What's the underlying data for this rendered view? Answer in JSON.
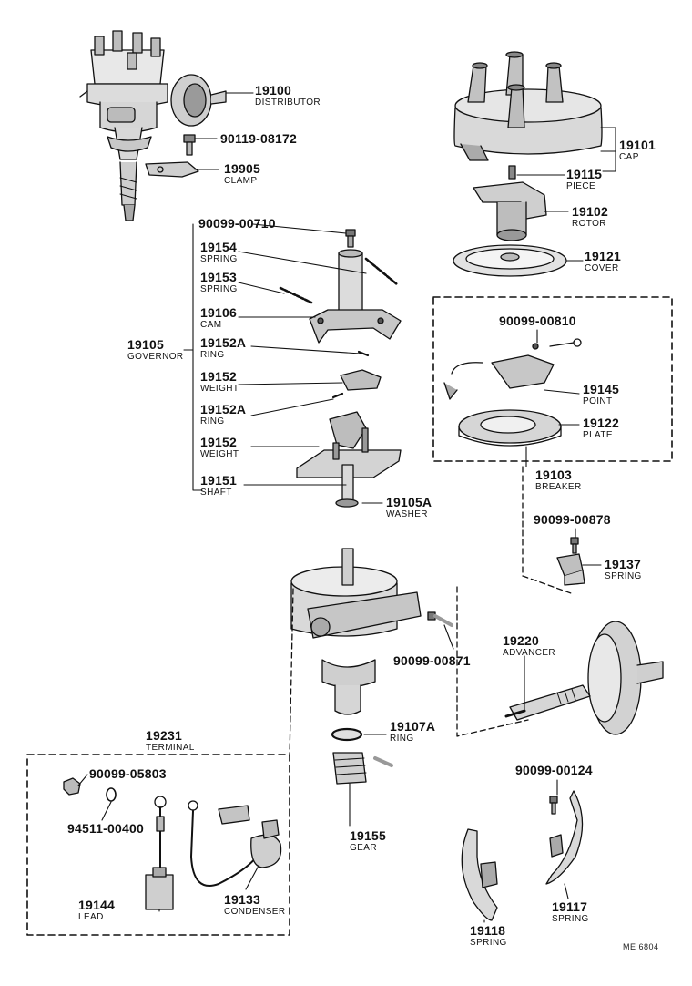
{
  "parts": [
    {
      "id": "p19100",
      "number": "19100",
      "name": "DISTRIBUTOR"
    },
    {
      "id": "p90119",
      "number": "90119-08172",
      "name": ""
    },
    {
      "id": "p19905",
      "number": "19905",
      "name": "CLAMP"
    },
    {
      "id": "p19101",
      "number": "19101",
      "name": "CAP"
    },
    {
      "id": "p19115",
      "number": "19115",
      "name": "PIECE"
    },
    {
      "id": "p19102",
      "number": "19102",
      "name": "ROTOR"
    },
    {
      "id": "p19121",
      "number": "19121",
      "name": "COVER"
    },
    {
      "id": "p00710",
      "number": "90099-00710",
      "name": ""
    },
    {
      "id": "p19154",
      "number": "19154",
      "name": "SPRING"
    },
    {
      "id": "p19153",
      "number": "19153",
      "name": "SPRING"
    },
    {
      "id": "p19106",
      "number": "19106",
      "name": "CAM"
    },
    {
      "id": "p19105",
      "number": "19105",
      "name": "GOVERNOR"
    },
    {
      "id": "p19152Aa",
      "number": "19152A",
      "name": "RING"
    },
    {
      "id": "p19152a",
      "number": "19152",
      "name": "WEIGHT"
    },
    {
      "id": "p19152Ab",
      "number": "19152A",
      "name": "RING"
    },
    {
      "id": "p19152b",
      "number": "19152",
      "name": "WEIGHT"
    },
    {
      "id": "p19151",
      "number": "19151",
      "name": "SHAFT"
    },
    {
      "id": "p00810",
      "number": "90099-00810",
      "name": ""
    },
    {
      "id": "p19145",
      "number": "19145",
      "name": "POINT"
    },
    {
      "id": "p19122",
      "number": "19122",
      "name": "PLATE"
    },
    {
      "id": "p19103",
      "number": "19103",
      "name": "BREAKER"
    },
    {
      "id": "p19105A",
      "number": "19105A",
      "name": "WASHER"
    },
    {
      "id": "p00878",
      "number": "90099-00878",
      "name": ""
    },
    {
      "id": "p19137",
      "number": "19137",
      "name": "SPRING"
    },
    {
      "id": "p00871",
      "number": "90099-00871",
      "name": ""
    },
    {
      "id": "p19220",
      "number": "19220",
      "name": "ADVANCER"
    },
    {
      "id": "p19107A",
      "number": "19107A",
      "name": "RING"
    },
    {
      "id": "p19231",
      "number": "19231",
      "name": "TERMINAL"
    },
    {
      "id": "p05803",
      "number": "90099-05803",
      "name": ""
    },
    {
      "id": "p00400",
      "number": "94511-00400",
      "name": ""
    },
    {
      "id": "p19155",
      "number": "19155",
      "name": "GEAR"
    },
    {
      "id": "p00124",
      "number": "90099-00124",
      "name": ""
    },
    {
      "id": "p19144",
      "number": "19144",
      "name": "LEAD"
    },
    {
      "id": "p19133",
      "number": "19133",
      "name": "CONDENSER"
    },
    {
      "id": "p19117",
      "number": "19117",
      "name": "SPRING"
    },
    {
      "id": "p19118",
      "number": "19118",
      "name": "SPRING"
    }
  ],
  "footer_code": "ME 6804"
}
